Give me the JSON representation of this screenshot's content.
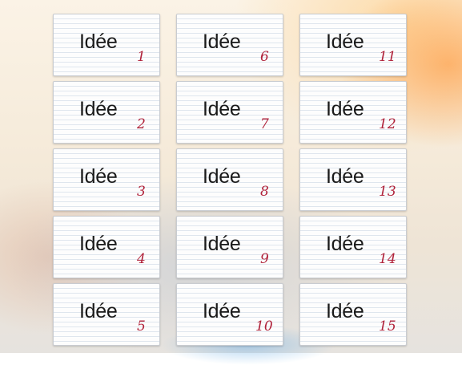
{
  "cards": [
    {
      "label": "Idée",
      "number": "1"
    },
    {
      "label": "Idée",
      "number": "2"
    },
    {
      "label": "Idée",
      "number": "3"
    },
    {
      "label": "Idée",
      "number": "4"
    },
    {
      "label": "Idée",
      "number": "5"
    },
    {
      "label": "Idée",
      "number": "6"
    },
    {
      "label": "Idée",
      "number": "7"
    },
    {
      "label": "Idée",
      "number": "8"
    },
    {
      "label": "Idée",
      "number": "9"
    },
    {
      "label": "Idée",
      "number": "10"
    },
    {
      "label": "Idée",
      "number": "11"
    },
    {
      "label": "Idée",
      "number": "12"
    },
    {
      "label": "Idée",
      "number": "13"
    },
    {
      "label": "Idée",
      "number": "14"
    },
    {
      "label": "Idée",
      "number": "15"
    }
  ],
  "colors": {
    "number_ink": "#b0223a",
    "card_line": "#dfe6ee",
    "text": "#1a1a1a"
  }
}
